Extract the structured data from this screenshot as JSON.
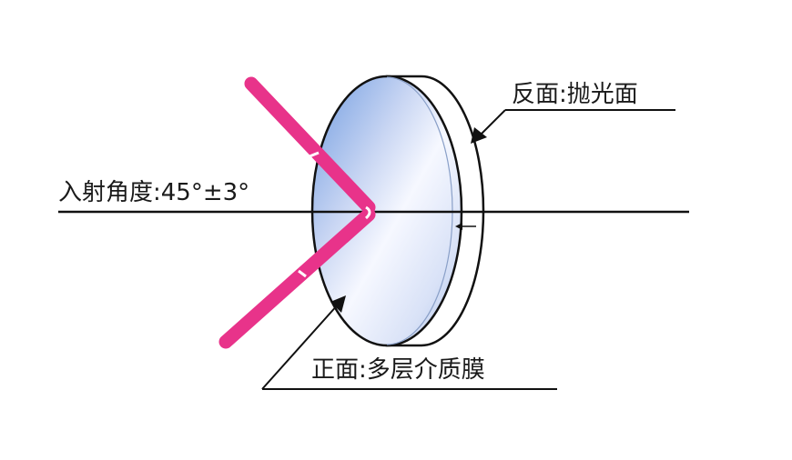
{
  "labels": {
    "incidence_angle": "入射角度:45°±3°",
    "back_surface": "反面:抛光面",
    "front_surface": "正面:多层介质膜"
  },
  "colors": {
    "beam": "#e8338a",
    "outline": "#111111",
    "lens_edge": "#5b8fd6",
    "lens_highlight": "#f3f6ff"
  }
}
